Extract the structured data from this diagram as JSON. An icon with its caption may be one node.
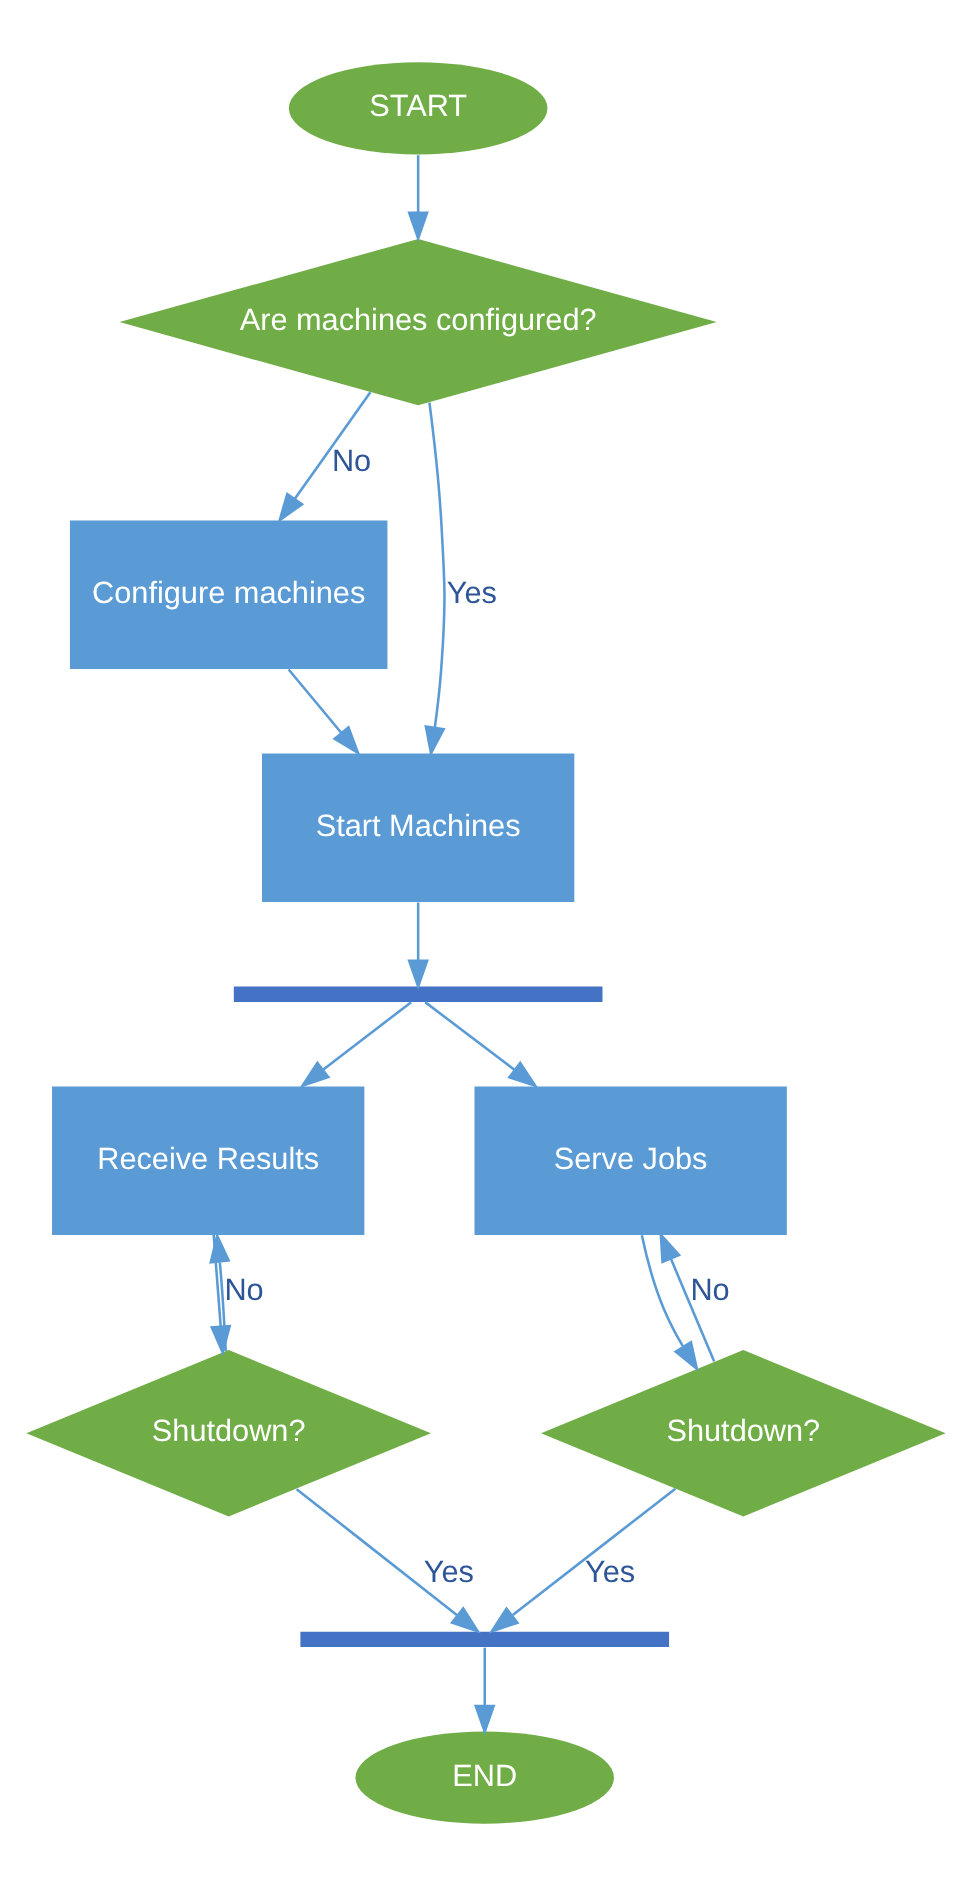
{
  "diagram": {
    "nodes": [
      {
        "text": [
          "START"
        ]
      },
      {
        "text": [
          "Are machines configured?"
        ]
      },
      {
        "text": [
          "Configure machines"
        ]
      },
      {
        "text": [
          "Start Machines"
        ]
      },
      {
        "text": [],
        "shape": "bar"
      },
      {
        "text": [
          "Receive Results"
        ]
      },
      {
        "text": [
          "Serve Jobs"
        ]
      },
      {
        "text": [
          "Shutdown?"
        ]
      },
      {
        "text": [
          "Shutdown?"
        ]
      },
      {
        "text": [],
        "shape": "bar"
      },
      {
        "text": [
          "END"
        ]
      }
    ],
    "edges": [
      {
        "from": 0,
        "to": 1,
        "arrow": "to"
      },
      {
        "from": 1,
        "to": 2,
        "label": "No",
        "arrow": "to"
      },
      {
        "from": 1,
        "to": 3,
        "label": "Yes",
        "arrow": "to"
      },
      {
        "from": 2,
        "to": 3,
        "arrow": "to"
      },
      {
        "from": 3,
        "to": 4,
        "arrow": "to"
      },
      {
        "from": 4,
        "to": 5,
        "arrow": "to"
      },
      {
        "from": 4,
        "to": 6,
        "arrow": "to"
      },
      {
        "from": 5,
        "to": 7,
        "arrow": "to"
      },
      {
        "from": 7,
        "to": 5,
        "label": "No",
        "arrow": "to"
      },
      {
        "from": 6,
        "to": 8,
        "arrow": "to"
      },
      {
        "from": 8,
        "to": 6,
        "label": "No",
        "arrow": "to"
      },
      {
        "from": 7,
        "to": 9,
        "label": "Yes",
        "arrow": "to"
      },
      {
        "from": 8,
        "to": 9,
        "label": "Yes",
        "arrow": "to"
      },
      {
        "from": 9,
        "to": 10,
        "arrow": "to"
      }
    ]
  }
}
